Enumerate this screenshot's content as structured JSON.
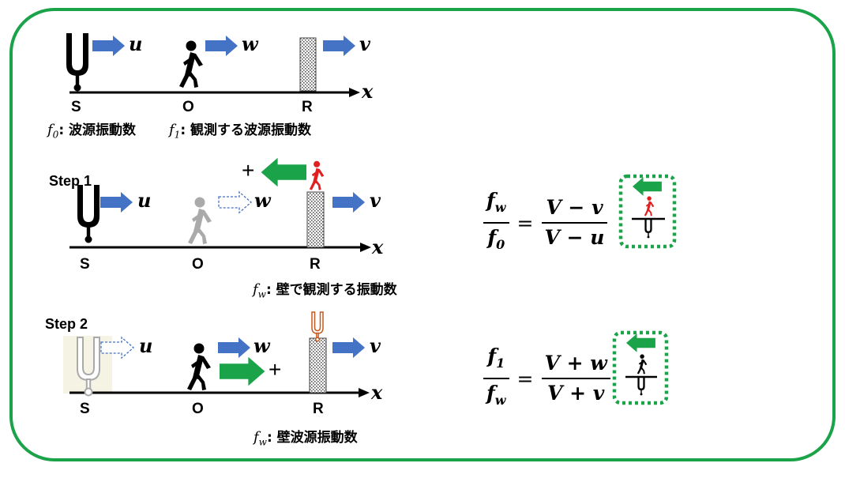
{
  "colors": {
    "frame_green": "#1ba34a",
    "arrow_blue": "#4472c4",
    "arrow_green": "#1ba34a",
    "observer_red": "#e02020",
    "ghost_gray": "#aaaaaa",
    "fork_orange": "#c65a1e"
  },
  "icons": [
    "tuning-fork-icon",
    "walking-person-icon",
    "wall-icon"
  ],
  "axis_label": "x",
  "labels": {
    "source": "S",
    "observer": "O",
    "reflector": "R"
  },
  "velocities": {
    "source": "u",
    "observer": "w",
    "reflector": "v"
  },
  "top": {
    "desc_source_sym": "f",
    "desc_source_sub": "0",
    "desc_source_text": ": 波源振動数",
    "desc_observed_sym": "f",
    "desc_observed_sub": "1",
    "desc_observed_text": ": 観測する波源振動数"
  },
  "step1": {
    "title": "Step 1",
    "sign": "+",
    "desc_sym": "f",
    "desc_sub": "w",
    "desc_text": ": 壁で観測する振動数"
  },
  "step2": {
    "title": "Step 2",
    "sign": "+",
    "desc_sym": "f",
    "desc_sub": "w",
    "desc_text": ": 壁波源振動数"
  },
  "formula1": {
    "lhs_num": "fw",
    "lhs_den": "f0",
    "rhs_num": "V − v",
    "rhs_den": "V − u"
  },
  "formula2": {
    "lhs_num": "f1",
    "lhs_den": "fw",
    "rhs_num": "V + w",
    "rhs_den": "V + v"
  }
}
